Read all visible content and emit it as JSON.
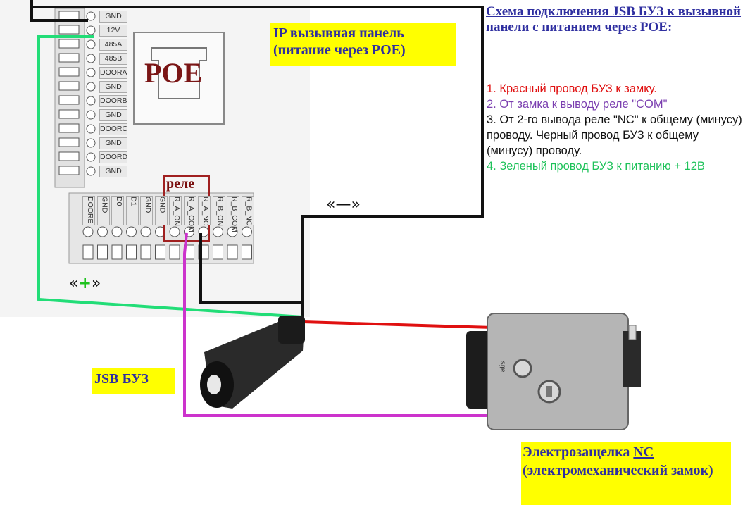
{
  "title": "Схема подключения JSB БУЗ к вызывной панели с питанием через POE:",
  "steps": [
    {
      "text": "1. Красный провод БУЗ к замку.",
      "color": "#e01010"
    },
    {
      "text": "2. От замка к выводу реле \"COM\"",
      "color": "#7b3fb0"
    },
    {
      "text": "3. От 2-го вывода реле \"NC\" к общему (минусу) проводу. Черный провод БУЗ к общему (минусу) проводу.",
      "color": "#111111"
    },
    {
      "text": "4. Зеленый провод БУЗ к питанию + 12В",
      "color": "#1ec25a"
    }
  ],
  "panel_label": "IP вызывная панель (питание через POE)",
  "jsb_label": "JSB БУЗ",
  "lock_label": {
    "prefix": "Электрозащелка ",
    "nc": "NC",
    "rest": "(электромеханический замок)"
  },
  "rele_label": "реле",
  "poe_label": "POE",
  "minus_marker": "«—»",
  "plus_marker": {
    "open": "«",
    "sign": "+",
    "close": "»"
  },
  "lock_brand": "atis",
  "left_pins": [
    "GND",
    "12V",
    "485A",
    "485B",
    "DOORA",
    "GND",
    "DOORB",
    "GND",
    "DOORC",
    "GND",
    "DOORD",
    "GND"
  ],
  "bottom_pins": [
    "DOORE",
    "GND",
    "D0",
    "D1",
    "GND",
    "GND",
    "R_A_ON",
    "R_A_COM",
    "R_A_NC",
    "R_B_ON",
    "R_B_COM",
    "R_B_NC"
  ],
  "colors": {
    "red_wire": "#e01010",
    "violet_wire": "#cc33cc",
    "green_wire": "#22dd77",
    "black_wire": "#111111",
    "label_bg": "#ffff00",
    "title": "#2f2fa0"
  }
}
